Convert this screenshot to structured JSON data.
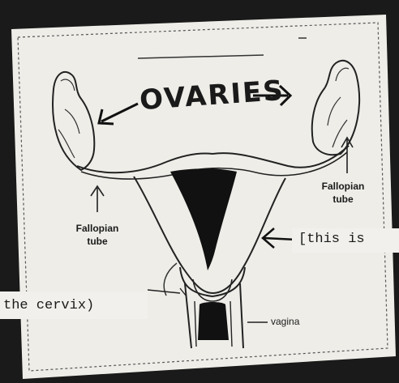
{
  "labels": {
    "ovaries": "OVARIES",
    "fallopian_left": [
      "Fallopian",
      "tube"
    ],
    "fallopian_right": [
      "Fallopian",
      "tube"
    ],
    "note_line1": "[this is",
    "note_line2": "the cervix)",
    "vagina": "vagina"
  },
  "colors": {
    "paper": "#f1f0ec",
    "ink": "#1a1a1a",
    "background": "#1a1a1a"
  }
}
